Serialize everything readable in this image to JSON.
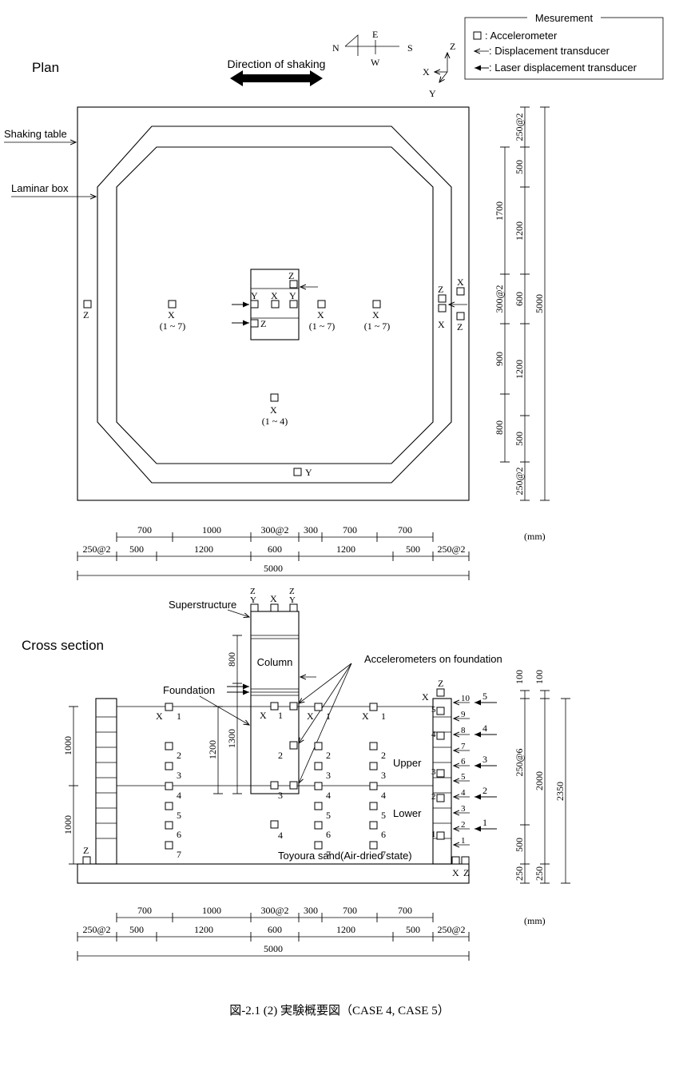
{
  "legend": {
    "title": "Mesurement",
    "accelerometer": ":  Accelerometer",
    "displacement": ":  Displacement transducer",
    "laser": ":  Laser displacement transducer"
  },
  "compass": {
    "N": "N",
    "E": "E",
    "S": "S",
    "W": "W"
  },
  "axes": {
    "X": "X",
    "Y": "Y",
    "Z": "Z"
  },
  "plan": {
    "title": "Plan",
    "shaking_direction": "Direction of shaking",
    "shaking_table": "Shaking table",
    "laminar_box": "Laminar box",
    "range_1_7": "(1 ~ 7)",
    "range_1_4": "(1 ~ 4)",
    "right_dims": [
      "250@2",
      "500",
      "1200",
      "600",
      "1200",
      "500",
      "250@2"
    ],
    "right_dims_outer": [
      "1700",
      "300@2",
      "900",
      "800"
    ],
    "right_total": "5000",
    "bottom_dims_top": [
      "700",
      "1000",
      "300@2",
      "300",
      "700",
      "700"
    ],
    "bottom_dims": [
      "250@2",
      "500",
      "1200",
      "600",
      "1200",
      "500",
      "250@2"
    ],
    "bottom_total": "5000",
    "unit": "(mm)"
  },
  "section": {
    "title": "Cross section",
    "superstructure": "Superstructure",
    "column": "Column",
    "foundation": "Foundation",
    "acc_foundation": "Accelerometers on foundation",
    "upper": "Upper",
    "lower": "Lower",
    "sand": "Toyoura sand(Air-dried state)",
    "left_dims": [
      "1000",
      "1000"
    ],
    "col_dims": [
      "800",
      "1200",
      "1300"
    ],
    "right_dims_a": [
      "100",
      "250@6",
      "500",
      "250"
    ],
    "right_dims_b": [
      "100",
      "2000",
      "250"
    ],
    "right_total": "2350",
    "num_1_7": [
      "1",
      "2",
      "3",
      "4",
      "5",
      "6",
      "7"
    ],
    "num_f": [
      "1",
      "2",
      "3",
      "4"
    ],
    "wall_nums": [
      "10",
      "9",
      "8",
      "7",
      "6",
      "5",
      "4",
      "3",
      "2",
      "1"
    ],
    "side_nums": [
      "5",
      "4",
      "3",
      "2",
      "1"
    ],
    "laser_nums": [
      "5",
      "4",
      "3",
      "2",
      "1"
    ],
    "bottom_dims_top": [
      "700",
      "1000",
      "300@2",
      "300",
      "700",
      "700"
    ],
    "bottom_dims": [
      "250@2",
      "500",
      "1200",
      "600",
      "1200",
      "500",
      "250@2"
    ],
    "bottom_total": "5000",
    "unit": "(mm)"
  },
  "caption": "図-2.1 (2)  実験概要図（CASE 4,  CASE 5）"
}
